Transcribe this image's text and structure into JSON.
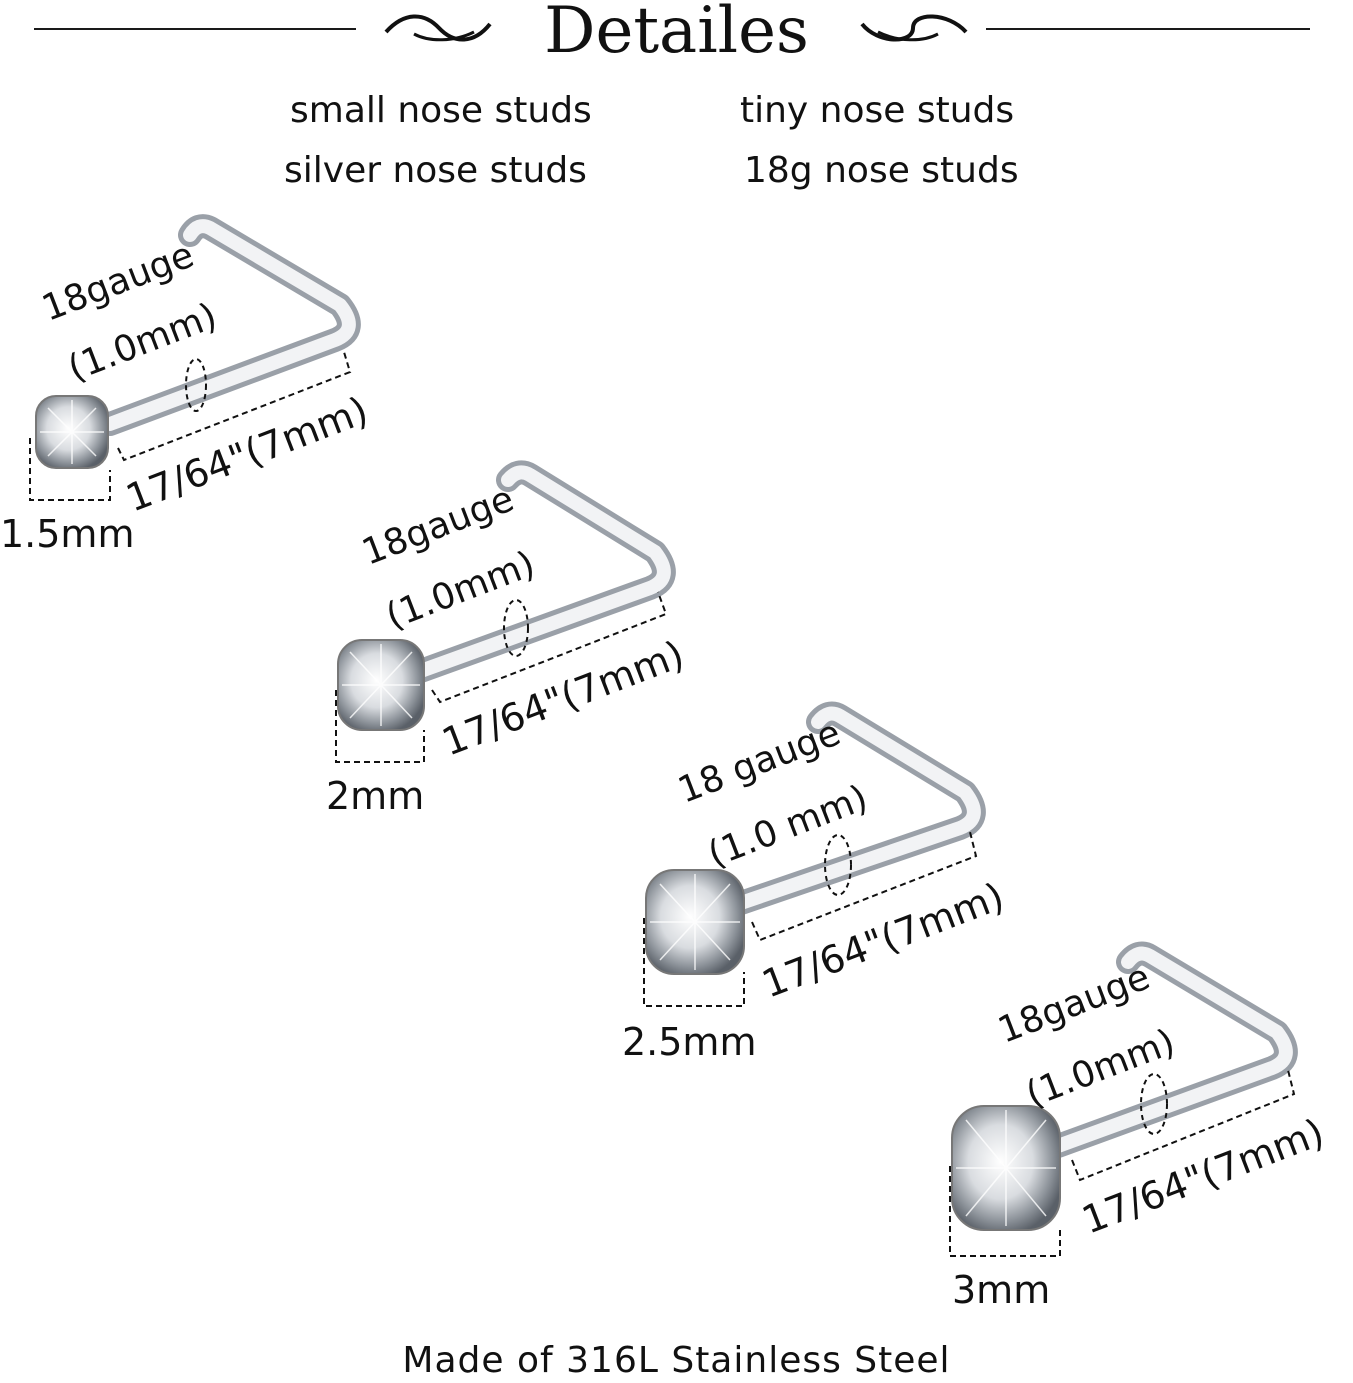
{
  "header": {
    "title": "Detailes",
    "ornament_left": "flourish-left-icon",
    "ornament_right": "flourish-right-icon"
  },
  "tags": {
    "col1_row1": "small nose studs",
    "col1_row2": "silver nose studs",
    "col2_row1": "tiny nose studs",
    "col2_row2": "18g nose studs"
  },
  "studs": [
    {
      "gauge": "18gauge",
      "thickness": "(1.0mm)",
      "length": "17/64\"(7mm)",
      "gem_size": "1.5mm"
    },
    {
      "gauge": "18gauge",
      "thickness": "(1.0mm)",
      "length": "17/64\"(7mm)",
      "gem_size": "2mm"
    },
    {
      "gauge": "18 gauge",
      "thickness": "(1.0 mm)",
      "length": "17/64\"(7mm)",
      "gem_size": "2.5mm"
    },
    {
      "gauge": "18gauge",
      "thickness": "(1.0mm)",
      "length": "17/64\"(7mm)",
      "gem_size": "3mm"
    }
  ],
  "footer": "Made of 316L Stainless Steel",
  "colors": {
    "text": "#111111",
    "metal_light": "#f4f5f7",
    "metal_dark": "#9aa0a8",
    "background": "#ffffff"
  }
}
